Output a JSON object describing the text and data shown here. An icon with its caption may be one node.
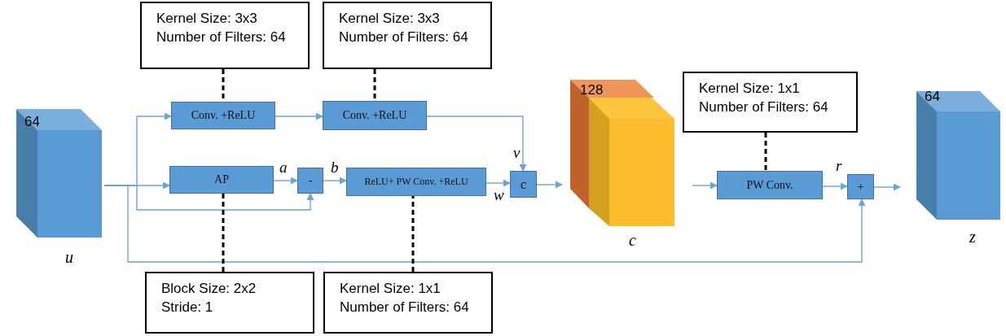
{
  "diagram": {
    "nodes": [
      {
        "text": [
          "64"
        ],
        "beside": [
          "u"
        ]
      },
      {
        "text": [
          "Conv. +ReLU"
        ]
      },
      {
        "text": [
          "Conv. +ReLU"
        ]
      },
      {
        "text": [
          "AP"
        ]
      },
      {
        "text": [
          "-"
        ]
      },
      {
        "text": [
          "ReLU+ PW Conv. +ReLU"
        ]
      },
      {
        "text": [
          "c"
        ]
      },
      {
        "text": [
          "128"
        ],
        "beside": [
          "c"
        ]
      },
      {
        "text": [
          "PW Conv."
        ]
      },
      {
        "text": [
          "+"
        ]
      },
      {
        "text": [
          "64"
        ],
        "beside": [
          "z"
        ]
      },
      {
        "text": [
          "Kernel Size: 3x3",
          "Number of Filters: 64"
        ]
      },
      {
        "text": [
          "Kernel Size: 3x3",
          "Number of Filters: 64"
        ]
      },
      {
        "text": [
          "Block Size: 2x2",
          "Stride: 1"
        ]
      },
      {
        "text": [
          "Kernel Size: 1x1",
          "Number of Filters: 64"
        ]
      },
      {
        "text": [
          "Kernel Size: 1x1",
          "Number of Filters: 64"
        ]
      }
    ],
    "edges": [
      {
        "from": 0,
        "to": 1,
        "arrow": "to"
      },
      {
        "from": 0,
        "to": 3,
        "arrow": "to"
      },
      {
        "from": 0,
        "to": 4,
        "arrow": "to"
      },
      {
        "from": 0,
        "to": 9,
        "arrow": "to"
      },
      {
        "from": 1,
        "to": 2,
        "arrow": "to"
      },
      {
        "from": 2,
        "to": 6,
        "label": "v",
        "arrow": "to"
      },
      {
        "from": 3,
        "to": 4,
        "label": "a",
        "arrow": "to"
      },
      {
        "from": 4,
        "to": 5,
        "label": "b",
        "arrow": "to"
      },
      {
        "from": 5,
        "to": 6,
        "label": "w",
        "arrow": "to"
      },
      {
        "from": 6,
        "to": 7,
        "arrow": "to"
      },
      {
        "from": 7,
        "to": 8,
        "arrow": "to"
      },
      {
        "from": 8,
        "to": 9,
        "label": "r",
        "arrow": "to"
      },
      {
        "from": 9,
        "to": 10,
        "arrow": "to"
      },
      {
        "from": 11,
        "to": 1,
        "arrow": "none",
        "style": "dashed",
        "color": "#000000"
      },
      {
        "from": 12,
        "to": 2,
        "arrow": "none",
        "style": "dashed",
        "color": "#000000"
      },
      {
        "from": 13,
        "to": 3,
        "arrow": "none",
        "style": "dashed",
        "color": "#000000"
      },
      {
        "from": 14,
        "to": 5,
        "arrow": "none",
        "style": "dashed",
        "color": "#000000"
      },
      {
        "from": 15,
        "to": 8,
        "arrow": "none",
        "style": "dashed",
        "color": "#000000"
      }
    ]
  }
}
